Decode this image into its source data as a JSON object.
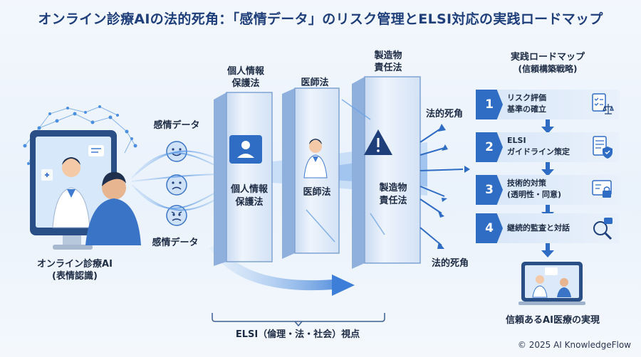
{
  "title": "オンライン診療AIの法的死角：「感情データ」のリスク管理とELSI対応の実践ロードマップ",
  "left": {
    "emotion_label_top": "感情データ",
    "emotion_label_bottom": "感情データ",
    "device_label_line1": "オンライン診療AI",
    "device_label_line2": "(表情認識)"
  },
  "panels": [
    {
      "header_line1": "個人情報",
      "header_line2": "保護法",
      "body_line1": "個人情報",
      "body_line2": "保護法",
      "icon": "id-card-icon"
    },
    {
      "header_line1": "医師法",
      "header_line2": "",
      "body_line1": "医師法",
      "body_line2": "",
      "icon": "doctor-icon"
    },
    {
      "header_line1": "製造物",
      "header_line2": "責任法",
      "body_line1": "製造物",
      "body_line2": "責任法",
      "icon": "warning-icon"
    }
  ],
  "blind_spot_top": "法的死角",
  "blind_spot_bottom": "法的死角",
  "elsi_label": "ELSI（倫理・法・社会）視点",
  "roadmap": {
    "title_line1": "実践ロードマップ",
    "title_line2": "(信頼構築戦略)",
    "steps": [
      {
        "num": "1",
        "line1": "リスク評価",
        "line2": "基準の確立",
        "icon": "checklist-scale-icon"
      },
      {
        "num": "2",
        "line1": "ELSI",
        "line2": "ガイドライン策定",
        "icon": "document-shield-icon"
      },
      {
        "num": "3",
        "line1": "技術的対策",
        "line2": "(透明性・同意)",
        "icon": "screen-lock-icon"
      },
      {
        "num": "4",
        "line1": "継続的監査と対話",
        "line2": "",
        "icon": "magnifier-chat-icon"
      }
    ],
    "result_label": "信頼あるAI医療の実現"
  },
  "copyright": "© 2025 AI KnowledgeFlow",
  "colors": {
    "accent": "#2f6cc4",
    "title": "#1f3f7a",
    "panel": "#dfe9f7",
    "flow": "#6fa8e8"
  }
}
